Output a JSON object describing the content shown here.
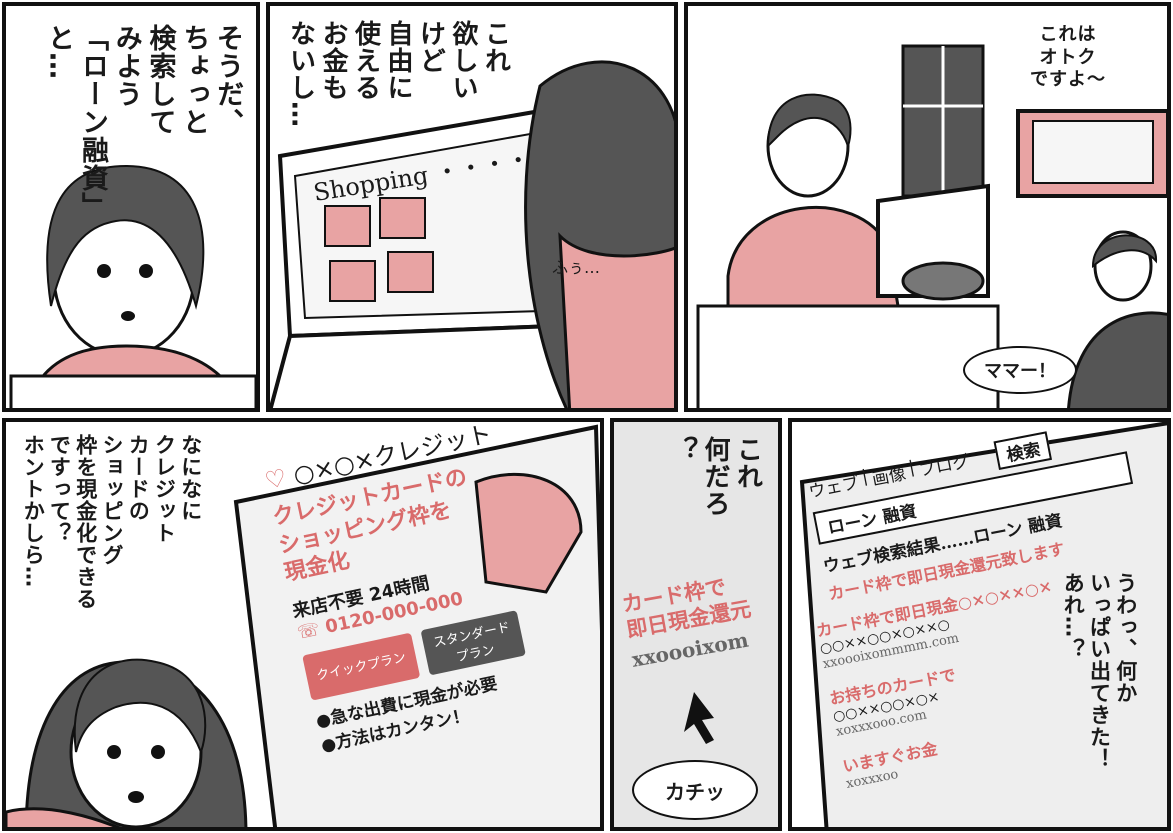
{
  "panel1": {
    "speech": [
      "そうだ、",
      "ちょっと",
      "検索して",
      "みよう",
      "「ローン融資」",
      "と…"
    ]
  },
  "panel2": {
    "speech": [
      "これ",
      "欲しい",
      "けど",
      "自由に",
      "使える",
      "お金も",
      "ないし…"
    ],
    "screen_heading": "Shopping",
    "screen_heading_dots": "・・・・",
    "sigh": "ふぅ…"
  },
  "panel3": {
    "tv_speech": [
      "これは",
      "オトク",
      "ですよ〜"
    ],
    "child_call": "ママー！"
  },
  "panel4": {
    "speech": [
      "なになに",
      "クレジット",
      "カードの",
      "ショッピング",
      "枠を現金化できる",
      "ですって？",
      "ホントかしら…"
    ],
    "ad_brand": "○×○×クレジット",
    "ad_headline": [
      "クレジットカードの",
      "ショッピング枠を",
      "現金化"
    ],
    "ad_tagline": "来店不要 24時間",
    "ad_phone": "0120-000-000",
    "ad_phone_mark": "☏",
    "plan_quick": "クイックプラン",
    "plan_standard": [
      "スタンダード",
      "プラン"
    ],
    "bullets": [
      "●急な出費に現金が必要",
      "●方法はカンタン！"
    ]
  },
  "panel5": {
    "speech": [
      "これ",
      "何だろ",
      "？"
    ],
    "link_title": [
      "カード枠で",
      "即日現金還元"
    ],
    "link_url": "xxoooixom",
    "click_sound": "カチッ"
  },
  "panel6": {
    "tabs": [
      "ウェブ",
      "画像",
      "ブログ"
    ],
    "search_button": "検索",
    "query": "ローン 融資",
    "results_heading": "ウェブ検索結果……ローン 融資",
    "result1_title": "カード枠で即日現金還元致します",
    "result2_title": "カード枠で即日現金○×○××○×",
    "result2_url": "○○××○○×○××○",
    "result2_url2": "xxoooixommmm.com",
    "result3_title": "お持ちのカードで",
    "result3_line": "○○××○○×○×",
    "result3_url": "xoxxxooo.com",
    "result4_title": "いますぐお金",
    "result4_url": "xoxxxoo",
    "speech": [
      "うわっ、何か",
      "いっぱい出てきた！",
      "あれ…？"
    ]
  },
  "colors": {
    "ink": "#111111",
    "accent_pink": "#e8a3a3",
    "accent_red": "#d96b6b",
    "screen_grey": "#e6e6e6"
  }
}
